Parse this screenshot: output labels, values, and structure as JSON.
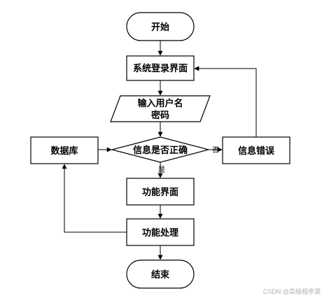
{
  "nodes": {
    "start": "开始",
    "login_page": "系统登录界面",
    "input_line1": "输入用户名",
    "input_line2": "密码",
    "check": "信息是否正确",
    "database": "数据库",
    "error": "信息错误",
    "function_page": "功能界面",
    "function_process": "功能处理",
    "end": "结束"
  },
  "edges": {
    "no": "否",
    "yes": "是"
  },
  "watermark": "CSDN @高级程序源"
}
